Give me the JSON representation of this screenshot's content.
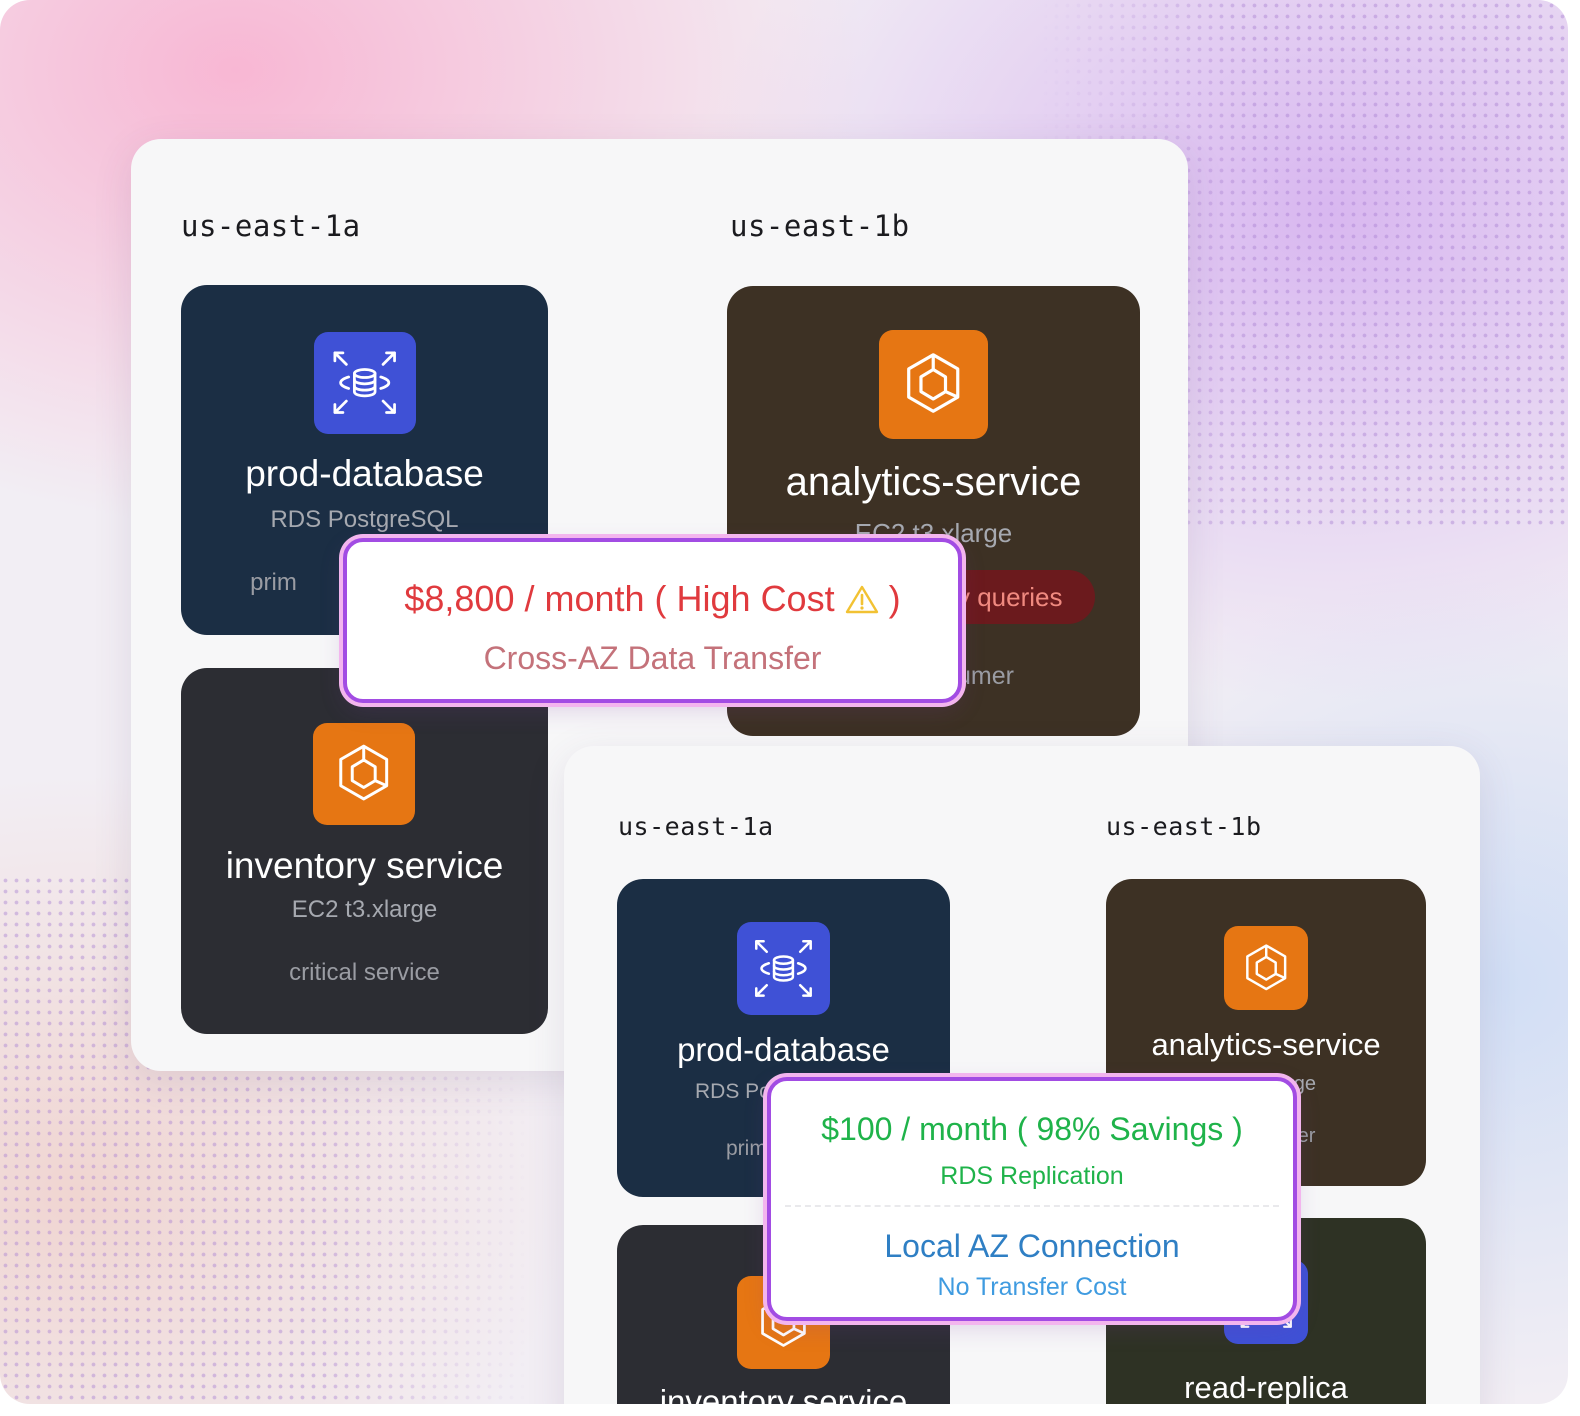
{
  "before": {
    "zones": [
      "us-east-1a",
      "us-east-1b"
    ],
    "cards": {
      "prod_db": {
        "name": "prod-database",
        "type": "RDS PostgreSQL",
        "tag": "prim"
      },
      "analytics": {
        "name": "analytics-service",
        "type": "EC2 t3.xlarge",
        "pill": "y queries",
        "tag": "umer"
      },
      "inventory": {
        "name": "inventory service",
        "type": "EC2 t3.xlarge",
        "tag": "critical service"
      }
    },
    "callout": {
      "cost": "$8,800 / month ( High Cost",
      "close": ")",
      "warning_icon": "warning-icon",
      "label": "Cross-AZ Data Transfer",
      "color_cost": "#e03a3e",
      "color_label": "#c4727a"
    }
  },
  "after": {
    "zones": [
      "us-east-1a",
      "us-east-1b"
    ],
    "cards": {
      "prod_db": {
        "name": "prod-database",
        "type": "RDS Po",
        "tag": "prim"
      },
      "analytics": {
        "name": "analytics-service",
        "type": "arge",
        "tag": "mer"
      },
      "inventory": {
        "name": "inventory service"
      },
      "replica": {
        "name": "read-replica"
      }
    },
    "callout": {
      "cost": "$100 / month ( 98% Savings )",
      "label": "RDS Replication",
      "local": "Local AZ Connection",
      "local_sub": "No Transfer Cost",
      "color_savings": "#1fb34a",
      "color_local": "#2f7fc4"
    }
  },
  "icons": {
    "rds": "rds-database-icon",
    "ec2": "ec2-instance-icon"
  },
  "colors": {
    "rds": "#3f51d6",
    "ec2": "#e67613",
    "accent_border": "#a24ce3"
  }
}
